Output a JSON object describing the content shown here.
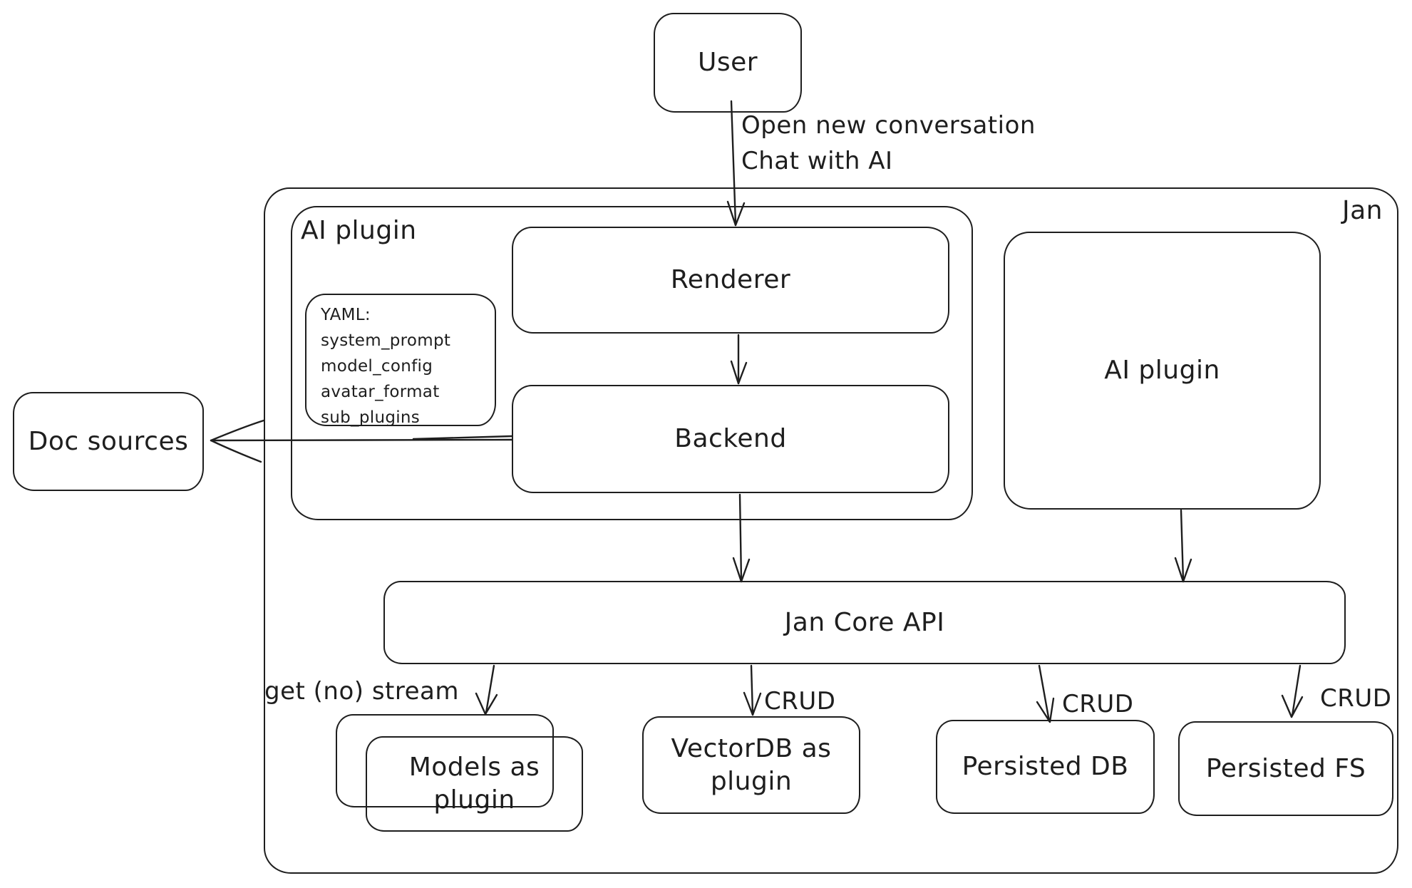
{
  "colors": {
    "stroke": "#1e1e1e",
    "background": "#ffffff"
  },
  "nodes": {
    "user": {
      "label": "User"
    },
    "jan": {
      "label": "Jan"
    },
    "ai_plugin_left": {
      "label": "AI plugin"
    },
    "yaml_note": {
      "lines": [
        "YAML:",
        "system_prompt",
        "model_config",
        "avatar_format",
        "sub_plugins"
      ]
    },
    "renderer": {
      "label": "Renderer"
    },
    "backend": {
      "label": "Backend"
    },
    "ai_plugin_right": {
      "label": "AI plugin"
    },
    "doc_sources": {
      "label": "Doc sources"
    },
    "jan_core_api": {
      "label": "Jan Core API"
    },
    "models_as_plugin": {
      "label": "Models as plugin"
    },
    "vectordb_as_plugin": {
      "label": "VectorDB as plugin"
    },
    "persisted_db": {
      "label": "Persisted DB"
    },
    "persisted_fs": {
      "label": "Persisted FS"
    }
  },
  "edges": {
    "user_to_renderer": {
      "label_line1": "Open new conversation",
      "label_line2": "Chat with AI"
    },
    "api_to_models": {
      "label": "get (no) stream"
    },
    "api_to_vectordb": {
      "label": "CRUD"
    },
    "api_to_persisted_db": {
      "label": "CRUD"
    },
    "api_to_persisted_fs": {
      "label": "CRUD"
    }
  }
}
